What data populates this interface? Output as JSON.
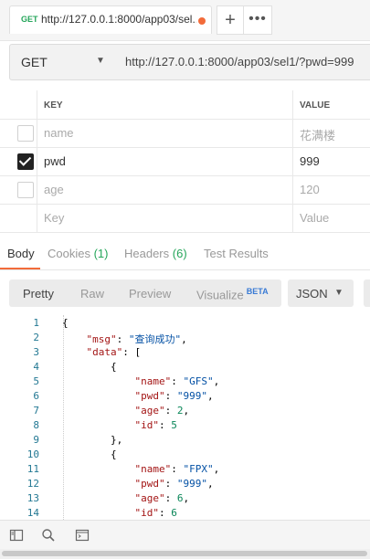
{
  "tab": {
    "method": "GET",
    "title": "http://127.0.0.1:8000/app03/sel..."
  },
  "toolbar": {
    "new_tab": "+",
    "more": "•••"
  },
  "request": {
    "method": "GET",
    "url": "http://127.0.0.1:8000/app03/sel1/?pwd=999"
  },
  "params": {
    "headers": {
      "key": "KEY",
      "value": "VALUE"
    },
    "rows": [
      {
        "key": "name",
        "value": "花满楼",
        "checked": false
      },
      {
        "key": "pwd",
        "value": "999",
        "checked": true
      },
      {
        "key": "age",
        "value": "120",
        "checked": false
      }
    ],
    "placeholder": {
      "key": "Key",
      "value": "Value"
    }
  },
  "response_tabs": {
    "body": "Body",
    "cookies": "Cookies",
    "cookies_count": "(1)",
    "headers": "Headers",
    "headers_count": "(6)",
    "test_results": "Test Results"
  },
  "format": {
    "pretty": "Pretty",
    "raw": "Raw",
    "preview": "Preview",
    "visualize": "Visualize",
    "beta": "BETA",
    "type": "JSON"
  },
  "code": {
    "line_numbers": [
      "1",
      "2",
      "3",
      "4",
      "5",
      "6",
      "7",
      "8",
      "9",
      "10",
      "11",
      "12",
      "13",
      "14"
    ],
    "msg_key": "\"msg\"",
    "msg_val": "\"查询成功\"",
    "data_key": "\"data\"",
    "items": [
      {
        "name": "\"GFS\"",
        "pwd": "\"999\"",
        "age": "2",
        "id": "5"
      },
      {
        "name": "\"FPX\"",
        "pwd": "\"999\"",
        "age": "6",
        "id": "6"
      }
    ]
  },
  "colors": {
    "accent": "#f26b3a",
    "green": "#26a65b"
  },
  "status_icons": [
    "sidebar-icon",
    "search-icon",
    "console-icon"
  ]
}
